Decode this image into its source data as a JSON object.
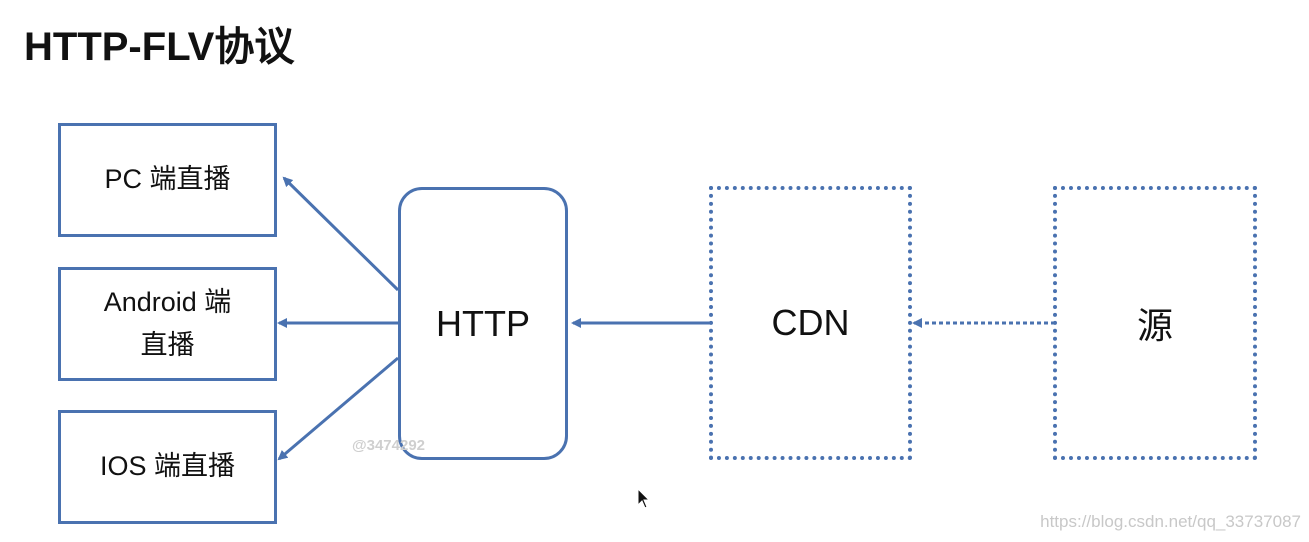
{
  "title": "HTTP-FLV协议",
  "nodes": {
    "pc": "PC 端直播",
    "android_line1": "Android 端",
    "android_line2": "直播",
    "ios": "IOS 端直播",
    "http": "HTTP",
    "cdn": "CDN",
    "source": "源"
  },
  "watermarks": {
    "center": "@3474292",
    "url": "https://blog.csdn.net/qq_33737087"
  },
  "colors": {
    "accent": "#4A72B0"
  }
}
